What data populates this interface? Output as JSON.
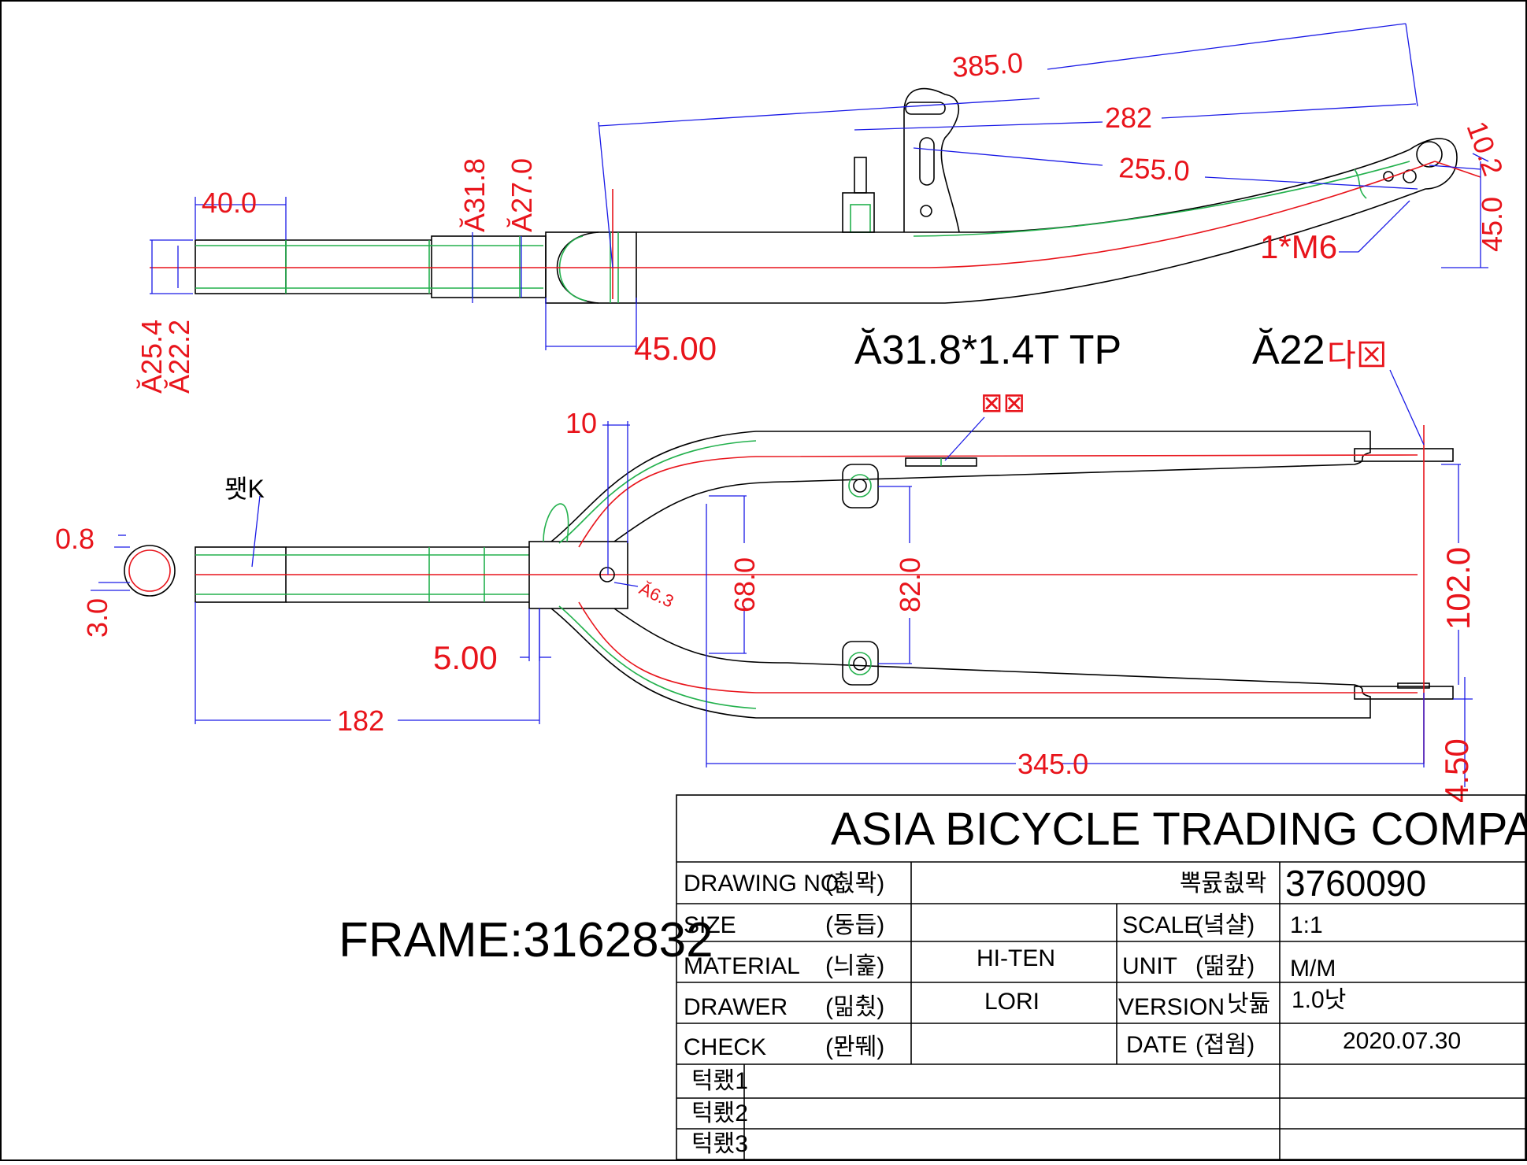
{
  "dimensions": {
    "d385": "385.0",
    "d282": "282",
    "d255": "255.0",
    "d10_2": "10.2",
    "d45_side": "45.0",
    "m6": "1*M6",
    "d40": "40.0",
    "dia31_8": "Ă31.8",
    "dia27": "Ă27.0",
    "dia25_4": "Ă25.4",
    "dia22_2": "Ă22.2",
    "d45_00": "45.00",
    "d10": "10",
    "d0_8": "0.8",
    "d3_0": "3.0",
    "dia6_3": "Ă6.3",
    "d68": "68.0",
    "d82": "82.0",
    "d5": "5.00",
    "d182": "182",
    "d345": "345.0",
    "d102": "102.0",
    "d4_50": "4.50"
  },
  "notes": {
    "tube_spec": "Ă31.8*1.4T TP",
    "dropout": "Ă22",
    "dropout_tag": "다⊠",
    "mark1": "⊠⊠",
    "mark2": "뫳K",
    "frame": "FRAME:3162832"
  },
  "title_block": {
    "company": "ASIA BICYCLE TRADING COMPANY",
    "drawing_no_label": "DRAWING NO",
    "drawing_no_kr": "(췂뫅)",
    "drawing_no_kr2": "뽁뮰췂뫅",
    "drawing_no": "3760090",
    "size_label": "SIZE",
    "size_kr": "(동듭)",
    "scale_label": "SCALE",
    "scale_kr": "(녘샬)",
    "scale": "1:1",
    "material_label": "MATERIAL",
    "material_kr": "(늬훑)",
    "material": "HI-TEN",
    "unit_label": "UNIT",
    "unit_kr": "(떪캎)",
    "unit": "M/M",
    "drawer_label": "DRAWER",
    "drawer_kr": "(밂췄)",
    "drawer": "LORI",
    "version_label": "VERSION",
    "version_kr": "낫듊",
    "version": "1.0낫",
    "check_label": "CHECK",
    "check_kr": "(뫈뛔)",
    "date_label": "DATE",
    "date_kr": "(졉웜)",
    "date": "2020.07.30",
    "rev1": "턱뢨1",
    "rev2": "턱뢨2",
    "rev3": "턱뢨3"
  }
}
